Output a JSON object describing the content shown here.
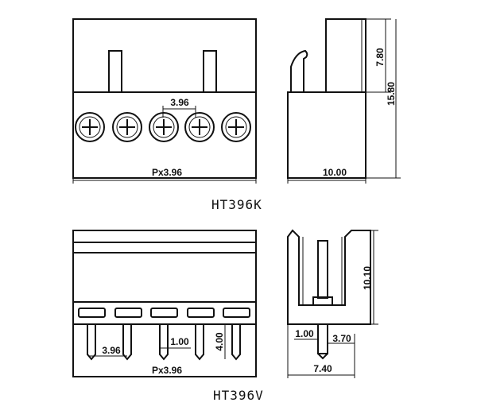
{
  "top_drawing": {
    "model": "HT396K",
    "front": {
      "pitch_label": "3.96",
      "width_label": "Px3.96"
    },
    "side": {
      "height_small_label": "7.80",
      "height_total_label": "15.80",
      "width_label": "10.00"
    }
  },
  "bottom_drawing": {
    "model": "HT396V",
    "front": {
      "pitch_label": "3.96",
      "pin_width_label": "1.00",
      "pin_length_label": "4.00",
      "width_label": "Px3.96"
    },
    "side": {
      "height_label": "10.10",
      "pin_label": "1.00",
      "offset_label": "3.70",
      "width_label": "7.40"
    }
  }
}
